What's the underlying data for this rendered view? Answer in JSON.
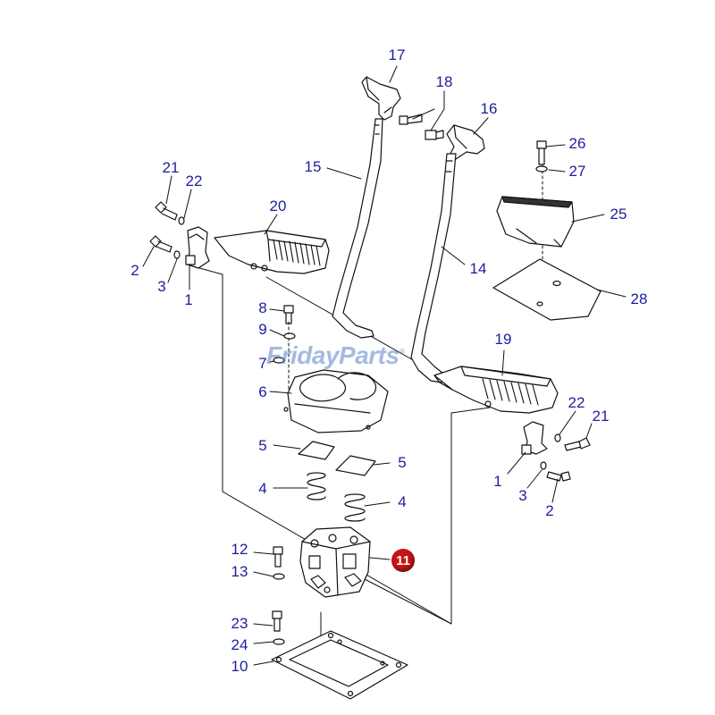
{
  "diagram": {
    "watermark": "FridayParts",
    "watermark_mark": "®",
    "callout_color": "#1d1e9e",
    "highlight_color": "#c81414",
    "highlighted_label": "11",
    "labels": {
      "l17": "17",
      "l18": "18",
      "l16": "16",
      "l15": "15",
      "l14": "14",
      "l26": "26",
      "l27": "27",
      "l25": "25",
      "l28": "28",
      "l21a": "21",
      "l22a": "22",
      "l20": "20",
      "l2a": "2",
      "l3a": "3",
      "l1a": "1",
      "l8": "8",
      "l9": "9",
      "l7": "7",
      "l6": "6",
      "l19": "19",
      "l22b": "22",
      "l21b": "21",
      "l1b": "1",
      "l3b": "3",
      "l2b": "2",
      "l5a": "5",
      "l5b": "5",
      "l4a": "4",
      "l4b": "4",
      "l12": "12",
      "l13": "13",
      "l23": "23",
      "l24": "24",
      "l10": "10"
    }
  }
}
